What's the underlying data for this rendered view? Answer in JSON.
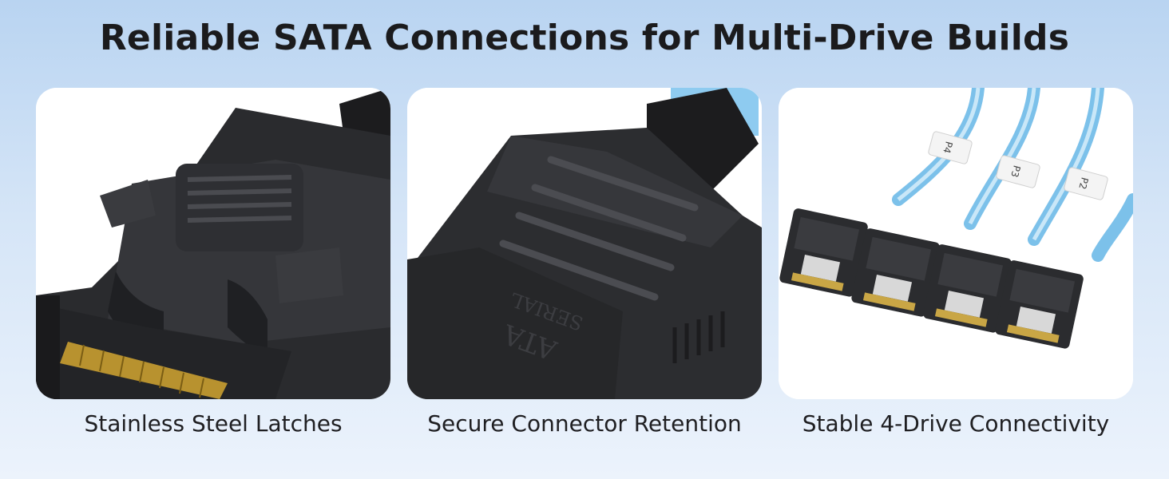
{
  "headline": "Reliable SATA Connections for Multi-Drive Builds",
  "panels": [
    {
      "caption": "Stainless Steel Latches",
      "image": "connector-latch-closeup"
    },
    {
      "caption": "Secure Connector Retention",
      "image": "connector-housing-closeup",
      "emboss_line1": "SERIAL",
      "emboss_line2": "ATA"
    },
    {
      "caption": "Stable 4-Drive Connectivity",
      "image": "four-cable-harness",
      "labels": [
        "P4",
        "P3",
        "P2"
      ]
    }
  ],
  "colors": {
    "connector": "#2f3033",
    "cable_blue": "#7cc1ea",
    "gold": "#c9a645",
    "text": "#1b1b1d"
  }
}
